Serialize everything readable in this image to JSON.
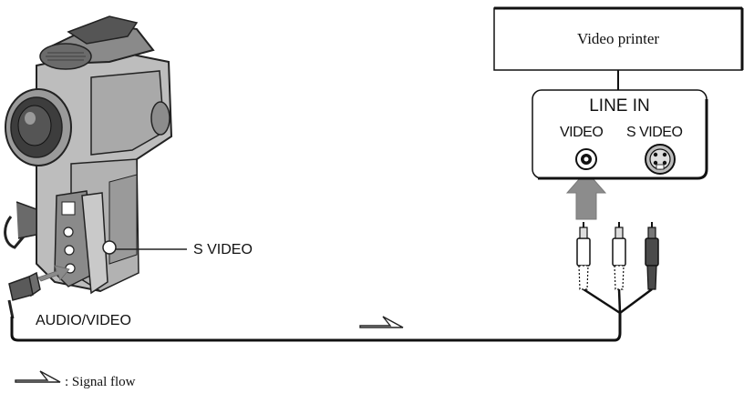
{
  "printer": {
    "title": "Video printer",
    "panel_title": "LINE IN",
    "jack_video_label": "VIDEO",
    "jack_svideo_label": "S VIDEO"
  },
  "camcorder": {
    "svideo_callout": "S VIDEO",
    "av_callout": "AUDIO/VIDEO"
  },
  "legend": {
    "signal_flow": ": Signal flow"
  },
  "icons": {
    "camcorder": "camcorder-icon",
    "rca_plugs": "rca-plug-icon",
    "svideo_jack": "svideo-jack-icon",
    "video_jack": "rca-jack-icon",
    "signal_flow": "signal-flow-arrow-icon",
    "connection": "up-arrow-icon"
  }
}
